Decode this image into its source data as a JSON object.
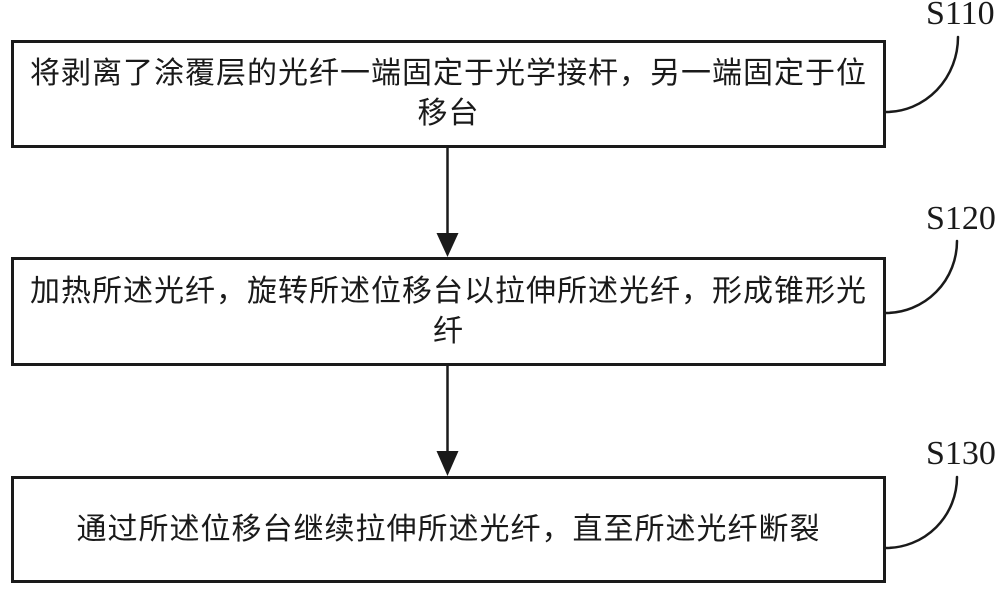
{
  "figure": {
    "type": "flowchart",
    "colors": {
      "ink": "#1a1a1a",
      "background": "#ffffff"
    },
    "steps": [
      {
        "label": "S110",
        "text_lines": [
          "将剥离了涂覆层的光纤一端固定于光学接杆，另一端固定于位",
          "移台"
        ]
      },
      {
        "label": "S120",
        "text_lines": [
          "加热所述光纤，旋转所述位移台以拉伸所述光纤，形成锥形光",
          "纤"
        ]
      },
      {
        "label": "S130",
        "text_lines": [
          "通过所述位移台继续拉伸所述光纤，直至所述光纤断裂"
        ]
      }
    ]
  }
}
